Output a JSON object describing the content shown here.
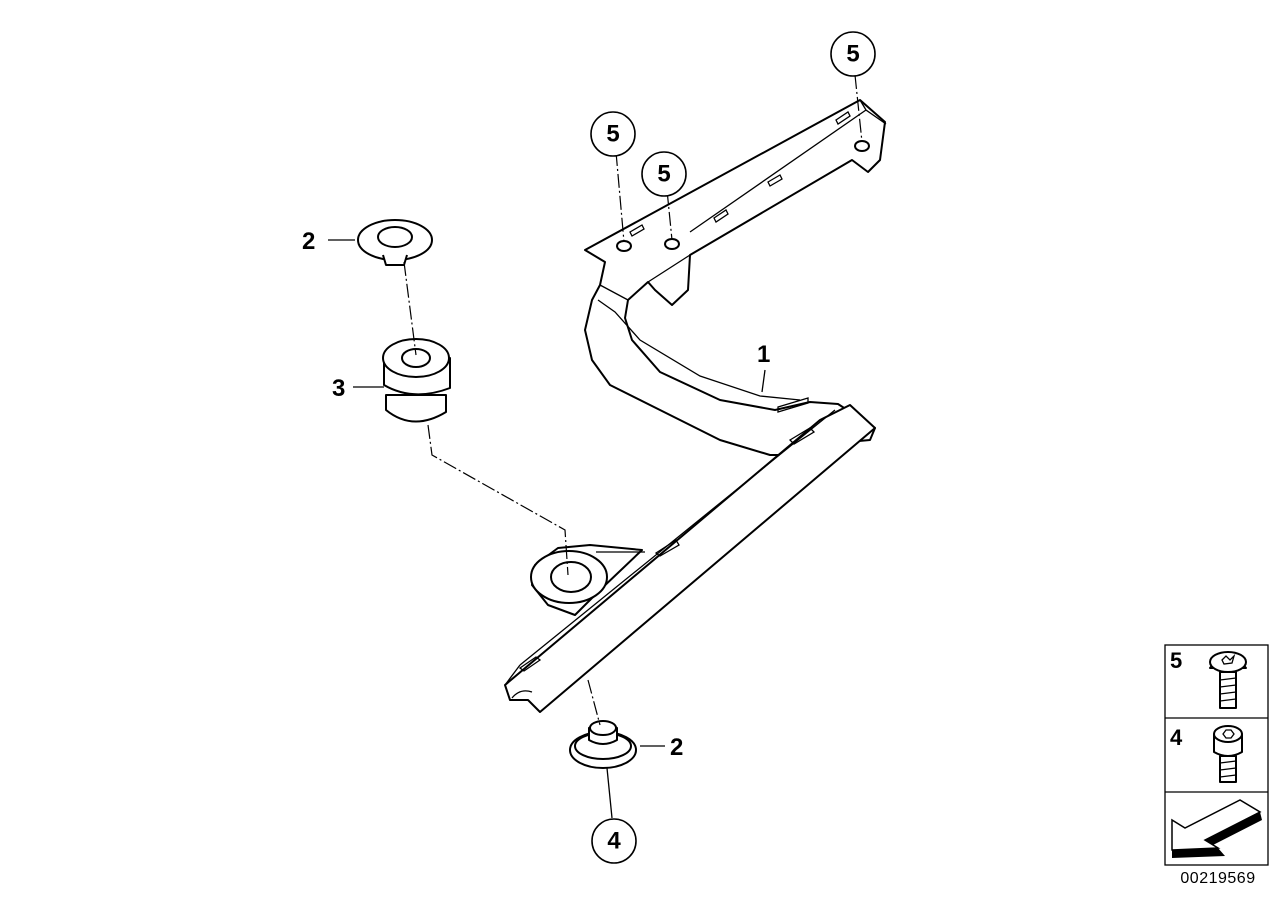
{
  "callouts": {
    "part_1": "1",
    "part_2_top": "2",
    "part_2_bottom": "2",
    "part_3": "3",
    "part_4": "4",
    "part_5_a": "5",
    "part_5_b": "5",
    "part_5_c": "5"
  },
  "legend": {
    "item_5": "5",
    "item_4": "4"
  },
  "diagram_id": "00219569"
}
